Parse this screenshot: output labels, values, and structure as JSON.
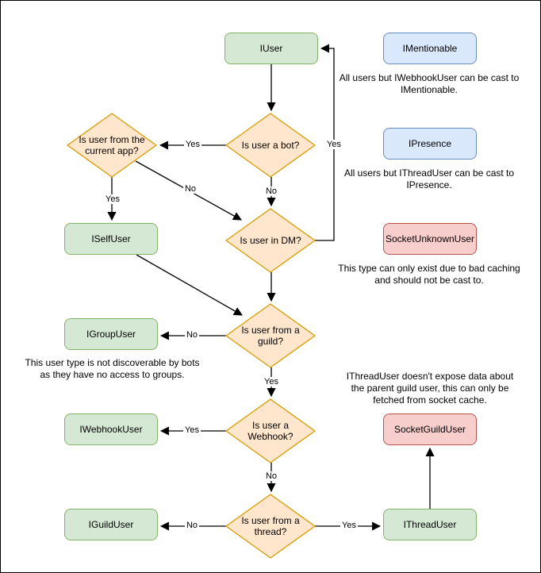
{
  "diagram_title": "Discord user type casting flowchart",
  "palette": {
    "class_green_fill": "#D5E8D4",
    "class_green_border": "#82B366",
    "interface_blue_fill": "#DAE8FC",
    "interface_blue_border": "#6C8EBF",
    "socket_red_fill": "#F8CECC",
    "socket_red_border": "#B85450",
    "decision_orange_fill": "#FFE6CC",
    "decision_orange_border": "#D79B00",
    "line_color": "#000000",
    "background": "#FFFFFF"
  },
  "nodes": {
    "iuser": {
      "label": "IUser"
    },
    "imentionable": {
      "label": "IMentionable"
    },
    "ipresence": {
      "label": "IPresence"
    },
    "socketunknownuser": {
      "label": "SocketUnknownUser"
    },
    "iselfuser": {
      "label": "ISelfUser"
    },
    "igroupuser": {
      "label": "IGroupUser"
    },
    "iwebhookuser": {
      "label": "IWebhookUser"
    },
    "socketguilduser": {
      "label": "SocketGuildUser"
    },
    "iguilduser": {
      "label": "IGuildUser"
    },
    "ithreaduser": {
      "label": "IThreadUser"
    }
  },
  "decisions": {
    "is_bot": {
      "label": "Is user a bot?"
    },
    "is_current_app": {
      "label": "Is user from the current app?"
    },
    "is_dm": {
      "label": "Is user in DM?"
    },
    "is_guild": {
      "label": "Is user from a guild?"
    },
    "is_webhook": {
      "label": "Is user a Webhook?"
    },
    "is_thread": {
      "label": "Is user from a thread?"
    }
  },
  "edge_labels": {
    "bot_yes": "Yes",
    "bot_no": "No",
    "app_yes": "Yes",
    "app_no": "No",
    "dm_yes": "Yes",
    "guild_no": "No",
    "guild_yes": "Yes",
    "webhook_yes": "Yes",
    "webhook_no": "No",
    "thread_no": "No",
    "thread_yes": "Yes"
  },
  "captions": {
    "mentionable": "All users but IWebhookUser can be cast to IMentionable.",
    "presence": "All users but IThreadUser can be cast to IPresence.",
    "unknown": "This type can only exist due to bad caching and should not be cast to.",
    "group": "This user type is not discoverable by bots as they have no access to groups.",
    "thread": "IThreadUser doesn't expose data about the parent guild user, this can only be fetched from socket cache."
  }
}
